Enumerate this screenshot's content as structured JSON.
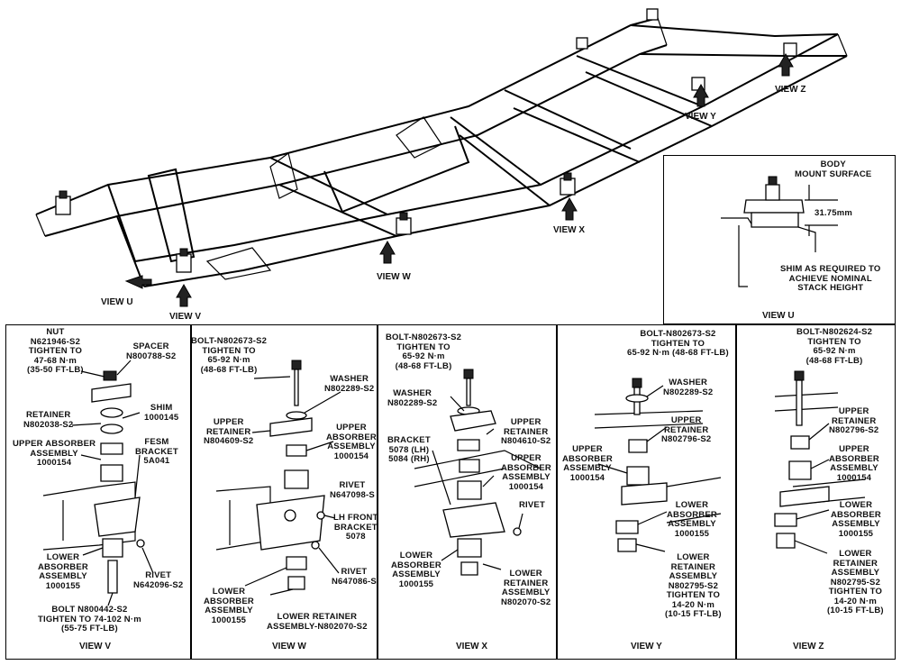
{
  "frame_views": {
    "u": "VIEW U",
    "v": "VIEW V",
    "w": "VIEW W",
    "x": "VIEW X",
    "y": "VIEW Y",
    "z": "VIEW Z"
  },
  "detail_u": {
    "body_mount_surface": "BODY\nMOUNT SURFACE",
    "dimension": "31.75mm",
    "shim_note": "SHIM AS REQUIRED TO\nACHIEVE NOMINAL\nSTACK HEIGHT",
    "caption": "VIEW U"
  },
  "panel_v": {
    "nut": "NUT\nN621946-S2\nTIGHTEN TO\n47-68 N·m\n(35-50 FT-LB)",
    "spacer": "SPACER\nN800788-S2",
    "retainer": "RETAINER\nN802038-S2",
    "shim": "SHIM\n1000145",
    "upper_absorber": "UPPER ABSORBER\nASSEMBLY\n1000154",
    "fesm_bracket": "FESM\nBRACKET\n5A041",
    "lower_absorber": "LOWER\nABSORBER\nASSEMBLY\n1000155",
    "rivet": "RIVET\nN642096-S2",
    "bolt": "BOLT N800442-S2\nTIGHTEN TO 74-102 N·m\n(55-75 FT-LB)",
    "caption": "VIEW V"
  },
  "panel_w": {
    "bolt": "BOLT-N802673-S2\nTIGHTEN TO\n65-92 N·m\n(48-68 FT-LB)",
    "washer": "WASHER\nN802289-S2",
    "upper_retainer": "UPPER\nRETAINER\nN804609-S2",
    "upper_absorber": "UPPER\nABSORBER\nASSEMBLY\n1000154",
    "rivet1": "RIVET\nN647098-S",
    "lh_front_bracket": "LH FRONT\nBRACKET\n5078",
    "rivet2": "RIVET\nN647086-S",
    "lower_absorber": "LOWER\nABSORBER\nASSEMBLY\n1000155",
    "lower_retainer": "LOWER RETAINER\nASSEMBLY-N802070-S2",
    "caption": "VIEW W"
  },
  "panel_x": {
    "bolt": "BOLT-N802673-S2\nTIGHTEN TO\n65-92 N·m\n(48-68 FT-LB)",
    "washer": "WASHER\nN802289-S2",
    "upper_retainer": "UPPER\nRETAINER\nN804610-S2",
    "bracket": "BRACKET\n5078 (LH)\n5084 (RH)",
    "upper_absorber": "UPPER\nABSORBER\nASSEMBLY\n1000154",
    "rivet": "RIVET",
    "lower_absorber": "LOWER\nABSORBER\nASSEMBLY\n1000155",
    "lower_retainer": "LOWER\nRETAINER\nASSEMBLY\nN802070-S2",
    "caption": "VIEW X"
  },
  "panel_y": {
    "bolt": "BOLT-N802673-S2\nTIGHTEN TO\n65-92 N·m (48-68 FT-LB)",
    "washer": "WASHER\nN802289-S2",
    "upper_retainer": "UPPER\nRETAINER\nN802796-S2",
    "upper_absorber": "UPPER\nABSORBER\nASSEMBLY\n1000154",
    "lower_absorber": "LOWER\nABSORBER\nASSEMBLY\n1000155",
    "lower_retainer": "LOWER\nRETAINER\nASSEMBLY\nN802795-S2\nTIGHTEN TO\n14-20 N·m\n(10-15 FT-LB)",
    "caption": "VIEW Y"
  },
  "panel_z": {
    "bolt": "BOLT-N802624-S2\nTIGHTEN TO\n65-92 N·m\n(48-68 FT-LB)",
    "upper_retainer": "UPPER\nRETAINER\nN802796-S2",
    "upper_absorber": "UPPER\nABSORBER\nASSEMBLY\n1000154",
    "lower_absorber": "LOWER\nABSORBER\nASSEMBLY\n1000155",
    "lower_retainer": "LOWER\nRETAINER\nASSEMBLY\nN802795-S2\nTIGHTEN TO\n14-20 N·m\n(10-15 FT-LB)",
    "caption": "VIEW Z"
  }
}
